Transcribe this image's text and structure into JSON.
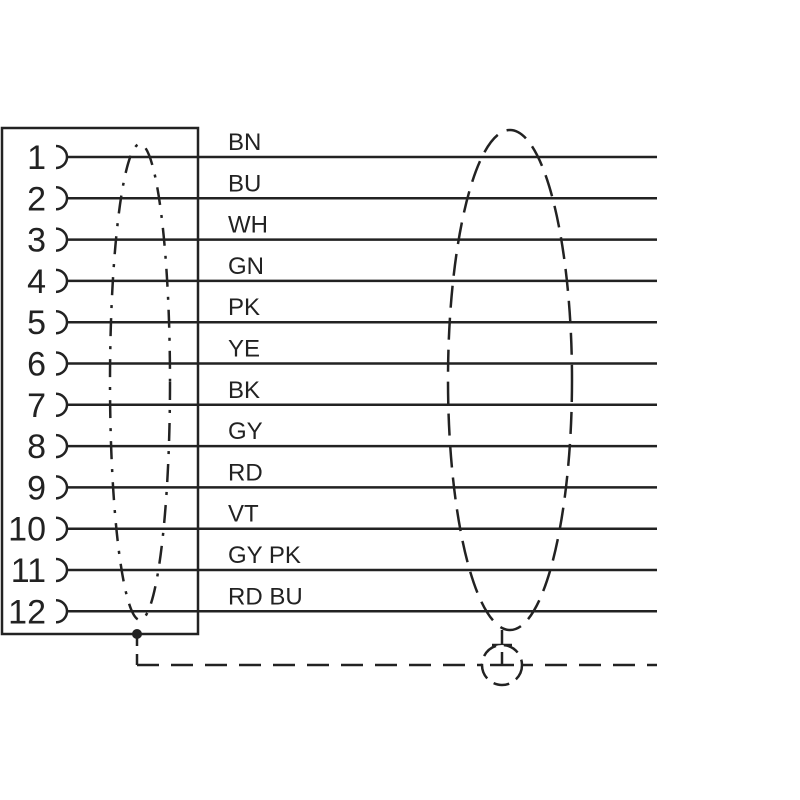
{
  "diagram": {
    "line_color": "#222222",
    "pins": [
      {
        "number": "1",
        "color_code": "BN"
      },
      {
        "number": "2",
        "color_code": "BU"
      },
      {
        "number": "3",
        "color_code": "WH"
      },
      {
        "number": "4",
        "color_code": "GN"
      },
      {
        "number": "5",
        "color_code": "PK"
      },
      {
        "number": "6",
        "color_code": "YE"
      },
      {
        "number": "7",
        "color_code": "BK"
      },
      {
        "number": "8",
        "color_code": "GY"
      },
      {
        "number": "9",
        "color_code": "RD"
      },
      {
        "number": "10",
        "color_code": "VT"
      },
      {
        "number": "11",
        "color_code": "GY PK"
      },
      {
        "number": "12",
        "color_code": "RD BU"
      }
    ],
    "shield_icon": "ground-symbol"
  }
}
